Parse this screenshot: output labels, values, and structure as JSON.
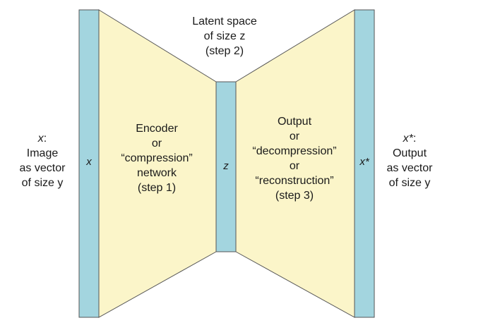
{
  "colors": {
    "bar_fill": "#a3d5df",
    "trapezoid_fill": "#fbf5c9",
    "outline": "#555555"
  },
  "input": {
    "bar_label": "x",
    "description": {
      "var": "x",
      "lines": [
        "Image",
        "as vector",
        "of size y"
      ]
    }
  },
  "latent": {
    "bar_label": "z",
    "caption_lines": [
      "Latent space",
      "of size z",
      "(step 2)"
    ]
  },
  "output": {
    "bar_label": "x*",
    "description": {
      "var": "x*",
      "lines": [
        "Output",
        "as vector",
        "of size y"
      ]
    }
  },
  "encoder": {
    "lines": [
      "Encoder",
      "or",
      "“compression”",
      "network",
      "(step 1)"
    ]
  },
  "decoder": {
    "lines": [
      "Output",
      "or",
      "“decompression”",
      "or",
      "“reconstruction”",
      "(step 3)"
    ]
  }
}
